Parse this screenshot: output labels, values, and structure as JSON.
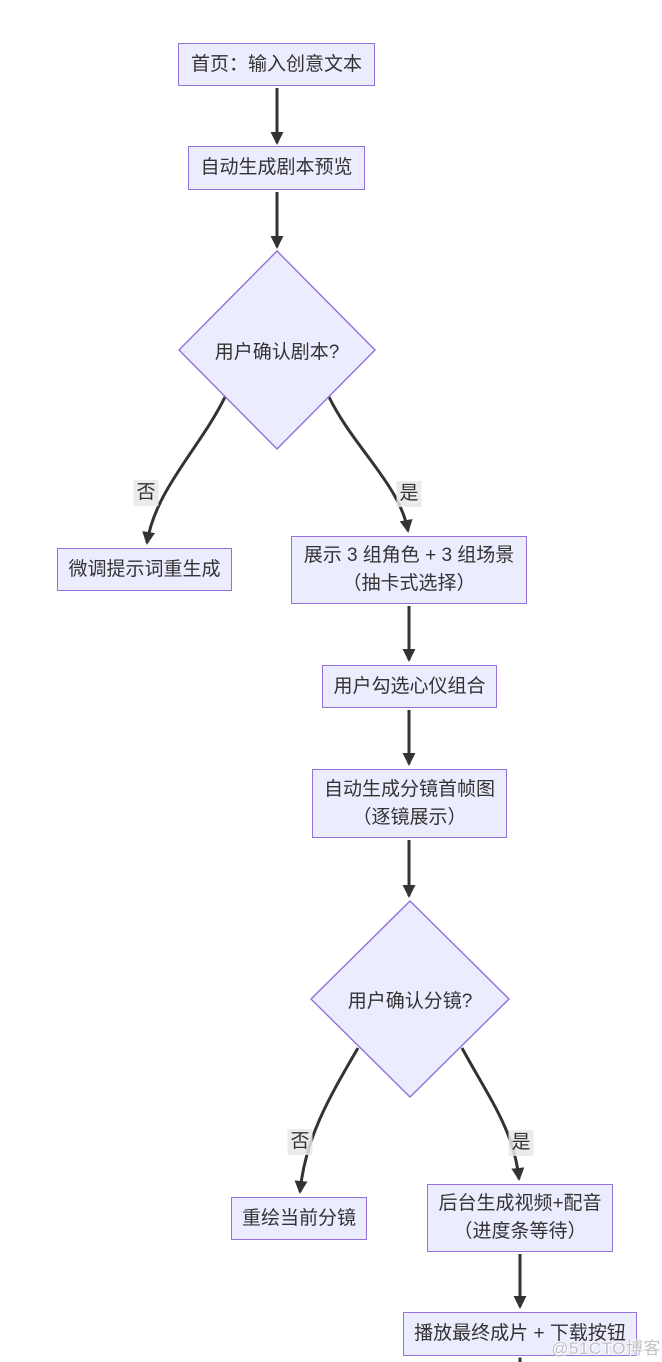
{
  "flowchart": {
    "nodes": {
      "home": {
        "label": "首页：输入创意文本"
      },
      "script_preview": {
        "label": "自动生成剧本预览"
      },
      "confirm_script": {
        "label": "用户确认剧本?"
      },
      "regenerate_prompt": {
        "label": "微调提示词重生成"
      },
      "show_cards": {
        "line1": "展示 3 组角色 + 3 组场景",
        "line2": "（抽卡式选择）"
      },
      "pick_combo": {
        "label": "用户勾选心仪组合"
      },
      "storyboard_frames": {
        "line1": "自动生成分镜首帧图",
        "line2": "（逐镜展示）"
      },
      "confirm_storyboard": {
        "label": "用户确认分镜?"
      },
      "redraw_shot": {
        "label": "重绘当前分镜"
      },
      "render_video": {
        "line1": "后台生成视频+配音",
        "line2": "（进度条等待）"
      },
      "final_play": {
        "label": "播放最终成片 + 下载按钮"
      }
    },
    "edge_labels": {
      "no1": "否",
      "yes1": "是",
      "no2": "否",
      "yes2": "是"
    },
    "colors": {
      "node_fill": "#ECECFF",
      "node_border": "#9370DB",
      "edge_stroke": "#333333",
      "text": "#333333",
      "edge_label_bg": "#E8E8E8"
    }
  },
  "watermark": "@51CTO博客"
}
